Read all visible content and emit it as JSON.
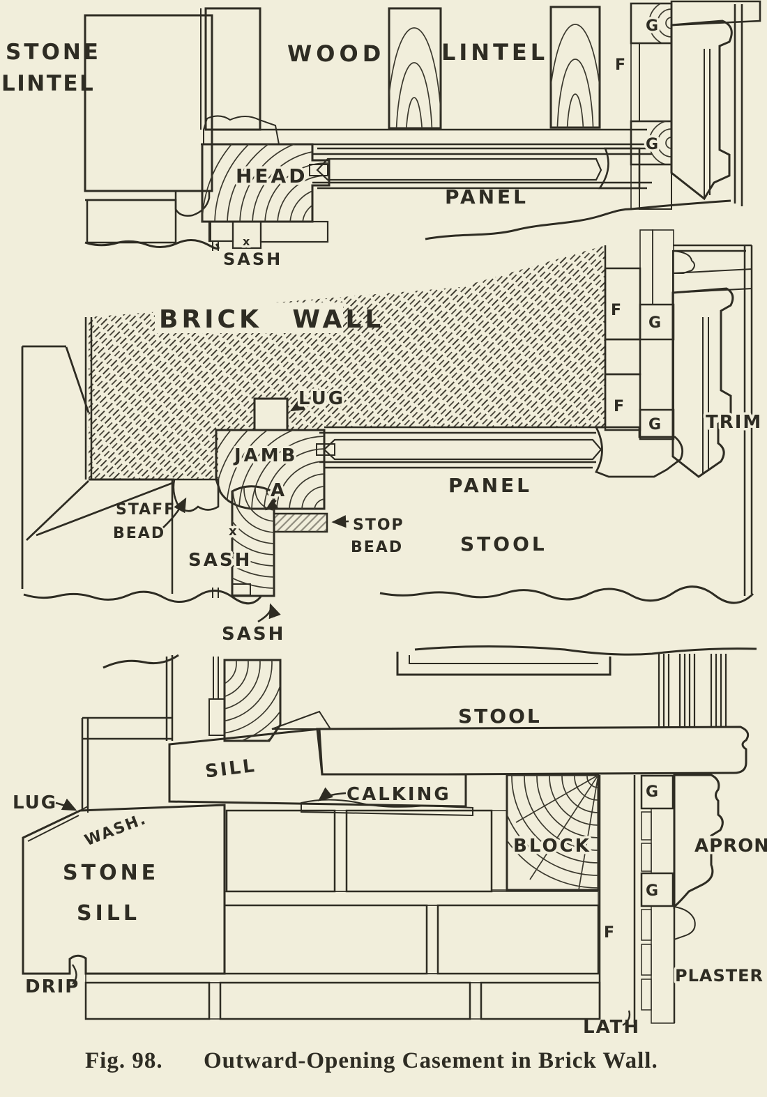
{
  "colors": {
    "paper": "#f1eedb",
    "ink": "#2e2c23"
  },
  "caption": {
    "fig_label": "Fig. 98.",
    "title": "Outward-Opening Casement in Brick Wall."
  },
  "head_section": {
    "stone_lintel_line1": "STONE",
    "stone_lintel_line2": "LINTEL",
    "wood_label": "WOOD",
    "lintel_label": "LINTEL",
    "head_label": "HEAD",
    "sash_label": "SASH",
    "panel_label": "PANEL",
    "furring_letter": "F",
    "ground_letter_top": "G",
    "ground_letter_bottom": "G",
    "x_mark": "x"
  },
  "jamb_section": {
    "brick_wall_label": "BRICK WALL",
    "lug_label": "LUG",
    "jamb_label": "JAMB",
    "a_mark": "A",
    "x_mark": "x",
    "staff_bead_line1": "STAFF",
    "staff_bead_line2": "BEAD",
    "stop_bead_line1": "STOP",
    "stop_bead_line2": "BEAD",
    "sash_label": "SASH",
    "sash_pointer_label": "SASH",
    "panel_label": "PANEL",
    "stool_label": "STOOL",
    "trim_label": "TRIM",
    "furring_letter_top": "F",
    "ground_letter_top": "G",
    "furring_letter_bottom": "F",
    "ground_letter_bottom": "G"
  },
  "sill_section": {
    "stool_label": "STOOL",
    "sill_label": "SILL",
    "calking_label": "CALKING",
    "lug_label": "LUG",
    "wash_label": "WASH.",
    "stone_sill_line1": "STONE",
    "stone_sill_line2": "SILL",
    "drip_label": "DRIP",
    "block_label": "BLOCK",
    "apron_label": "APRON",
    "plaster_label": "PLASTER",
    "lath_label": "LATH",
    "ground_letter_top": "G",
    "ground_letter_bottom": "G",
    "furring_letter": "F"
  }
}
